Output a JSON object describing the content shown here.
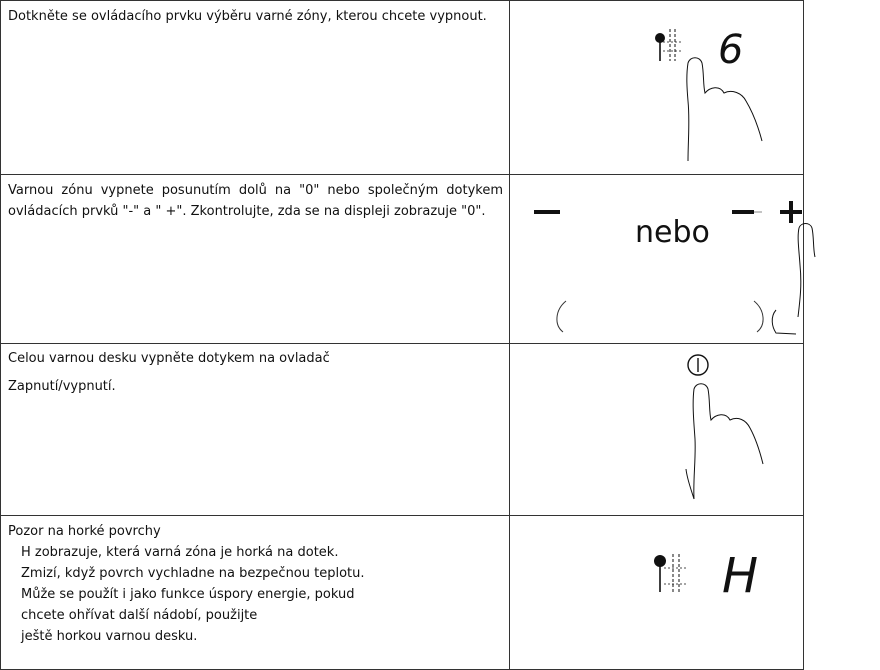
{
  "rows": [
    {
      "text": "Dotkněte se ovládacího prvku výběru varné zóny, kterou chcete vypnout.",
      "illustration": {
        "icons": [
          "zone-select-icon",
          "pointing-hand-icon"
        ],
        "display_digit": "6"
      }
    },
    {
      "text": "Varnou zónu vypnete posunutím dolů na \"0\" nebo společným dotykem ovládacích prvků \"-\" a \" +\". Zkontrolujte, zda se na displeji zobrazuje \"0\".",
      "illustration": {
        "icons": [
          "minus-icon",
          "plus-icon",
          "pointing-hand-icon",
          "slider-bracket-icon"
        ],
        "or_text": "nebo"
      }
    },
    {
      "line1": "Celou varnou desku vypněte dotykem na ovladač",
      "line2": "Zapnutí/vypnutí.",
      "illustration": {
        "icons": [
          "power-icon",
          "pointing-hand-icon"
        ]
      }
    },
    {
      "title": "Pozor na horké povrchy",
      "lines": [
        "H zobrazuje, která varná zóna je horká na dotek.",
        "Zmizí, když povrch vychladne na bezpečnou teplotu.",
        "Může se použít i jako funkce úspory energie, pokud",
        "chcete ohřívat další nádobí, použijte",
        "ještě horkou varnou desku."
      ],
      "illustration": {
        "icons": [
          "zone-select-icon"
        ],
        "display_letter": "H"
      }
    }
  ]
}
